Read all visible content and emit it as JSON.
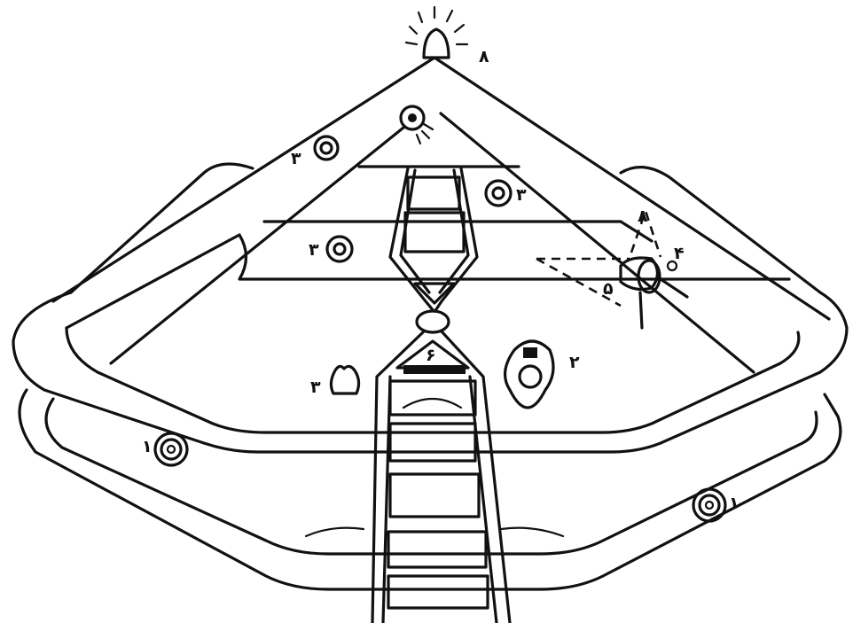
{
  "colors": {
    "ink": "#111111",
    "paper": "#ffffff"
  },
  "labels": {
    "flashlight": "۸",
    "lower_valve_left": "۱",
    "lower_valve_right": "۱",
    "inner_valve_top": "۳",
    "inner_valve_mid": "۳",
    "left_valve": "۳",
    "left_rope": "۳",
    "inner_right_valve": "۴",
    "drain_plug": "۲",
    "ladder_top": "۶",
    "dashed_triangle": "۵",
    "light_top": "۸"
  }
}
